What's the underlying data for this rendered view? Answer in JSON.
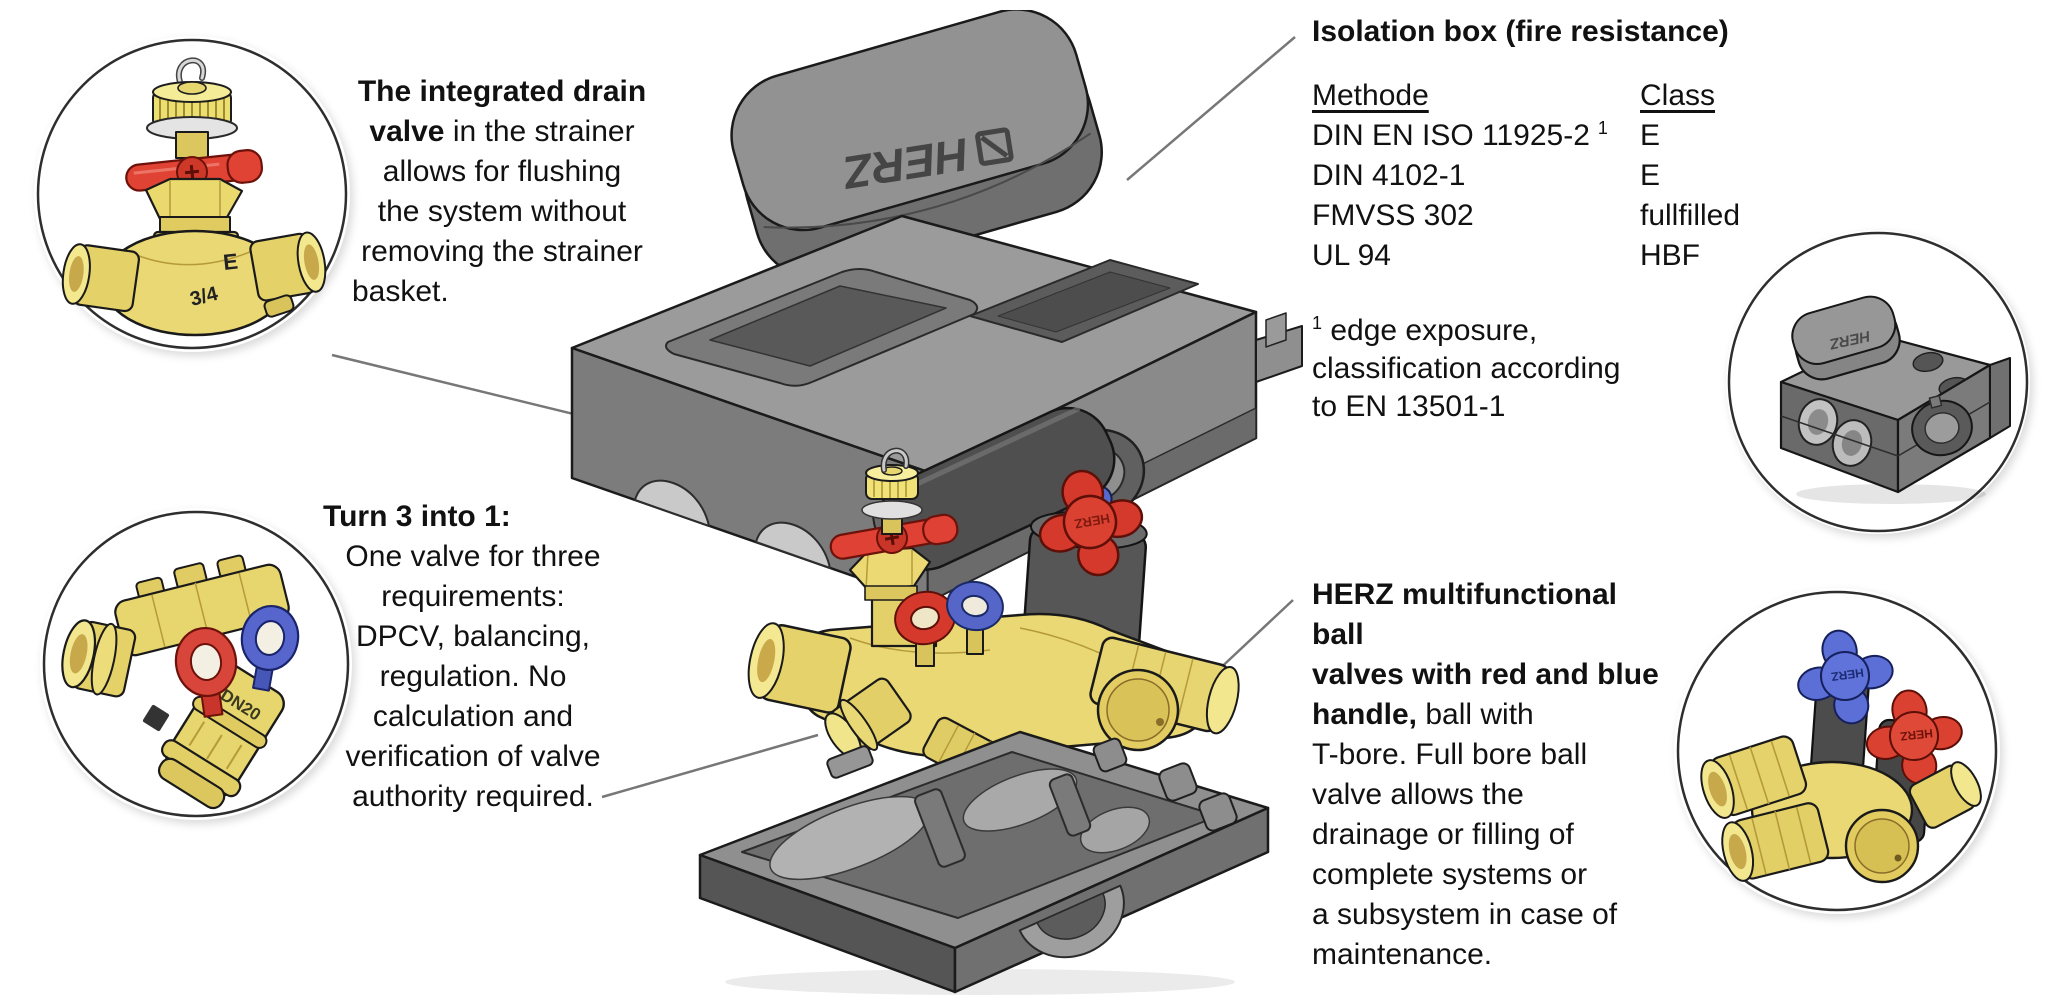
{
  "brand": {
    "logo_text": "HERZ"
  },
  "colors": {
    "brass": "#e9d873",
    "handle_red": "#d8402f",
    "handle_blue": "#5565c8",
    "plastic_gray": "#8a8a8a",
    "text": "#111111",
    "leader_line": "#777777"
  },
  "callout_drain_valve": {
    "line1": "The integrated drain",
    "line2_bold": "valve",
    "line2_rest": " in the strainer",
    "line3": "allows for flushing",
    "line4": "the system without",
    "line5": "removing the strainer",
    "line6": "basket."
  },
  "callout_turn_3_into_1": {
    "title": "Turn 3 into 1:",
    "line1": "One valve for three",
    "line2": "requirements:",
    "line3": "DPCV, balancing,",
    "line4": "regulation. No",
    "line5": "calculation and",
    "line6": "verification of valve",
    "line7": "authority required."
  },
  "isolation_box_panel": {
    "title": "Isolation box (fire resistance)",
    "columns": {
      "method": "Methode",
      "class": "Class"
    },
    "rows": [
      {
        "method": "DIN EN ISO 11925-2",
        "sup": "1",
        "class": "E"
      },
      {
        "method": "DIN 4102-1",
        "sup": "",
        "class": "E"
      },
      {
        "method": "FMVSS 302",
        "sup": "",
        "class": "fullfilled"
      },
      {
        "method": "UL 94",
        "sup": "",
        "class": "HBF"
      }
    ],
    "footnote": {
      "sup": "1",
      "line1": "edge exposure,",
      "line2": "classification according",
      "line3": "to EN 13501-1"
    }
  },
  "callout_ball_valves": {
    "line1": "HERZ multifunctional ball",
    "line2": "valves with red and blue",
    "line3_bold": "handle,",
    "line3_rest": " ball with",
    "line4": "T-bore. Full bore ball",
    "line5": "valve allows the",
    "line6": "drainage or filling of",
    "line7": "complete systems or",
    "line8": "a subsystem in case of",
    "line9": "maintenance."
  },
  "product_markings": {
    "strainer_class_letter": "E",
    "strainer_size": "3/4",
    "dpcv_size": "DN20"
  }
}
